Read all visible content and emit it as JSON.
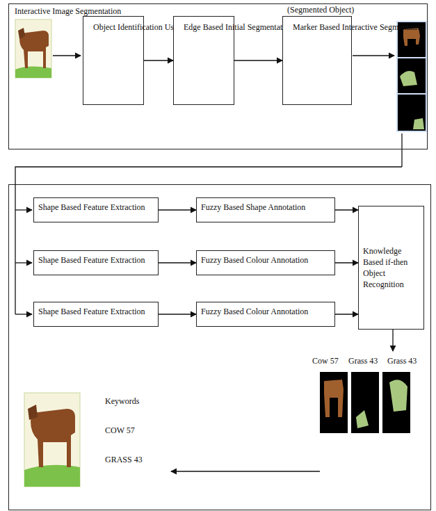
{
  "diagram": {
    "nodes": [
      {
        "text": [
          "Interactive Image Segmentation"
        ]
      },
      {
        "text": [
          "Object Identification Using Marker"
        ],
        "in": 0
      },
      {
        "text": [
          "Edge Based Initial Segmentation"
        ],
        "in": 0
      },
      {
        "text": [
          "Marker Based Interactive Segmentation"
        ],
        "in": 0
      },
      {
        "text": [
          "Shape Based Feature Extraction"
        ]
      },
      {
        "text": [
          "Fuzzy Based Shape Annotation"
        ]
      },
      {
        "text": [
          "Shape Based Feature Extraction"
        ]
      },
      {
        "text": [
          "Fuzzy Based Colour Annotation"
        ]
      },
      {
        "text": [
          "Shape Based Feature Extraction"
        ]
      },
      {
        "text": [
          "Fuzzy Based Colour Annotation"
        ]
      },
      {
        "text": [
          "Knowledge Based if-then Object Recognition"
        ]
      }
    ],
    "edges": [
      {
        "from": 1,
        "to": 2,
        "arrow": "to"
      },
      {
        "from": 2,
        "to": 3,
        "arrow": "to"
      },
      {
        "from": 4,
        "to": 5,
        "arrow": "to"
      },
      {
        "from": 5,
        "to": 10,
        "arrow": "to"
      },
      {
        "from": 6,
        "to": 7,
        "arrow": "to"
      },
      {
        "from": 7,
        "to": 10,
        "arrow": "to"
      },
      {
        "from": 8,
        "to": 9,
        "arrow": "to"
      },
      {
        "from": 9,
        "to": 10,
        "arrow": "to"
      }
    ],
    "labels": [
      "(Segmented Object)",
      "Cow 57",
      "Grass 43",
      "Grass 43",
      "Keywords",
      "COW 57",
      "GRASS 43"
    ]
  }
}
